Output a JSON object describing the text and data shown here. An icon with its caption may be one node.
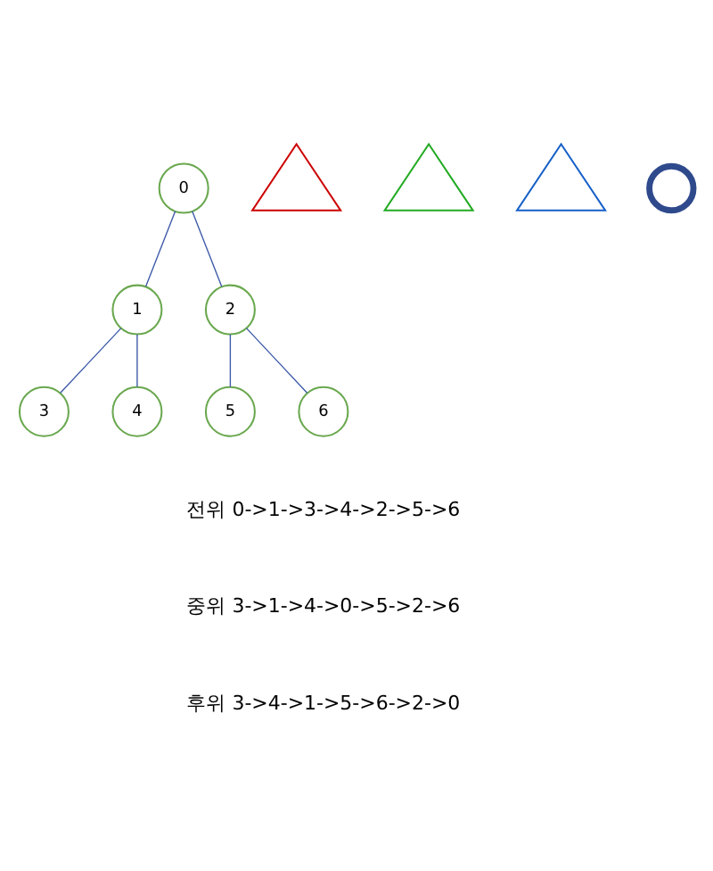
{
  "diagram": {
    "nodes": [
      {
        "text": [
          "0"
        ]
      },
      {
        "text": [
          "1"
        ]
      },
      {
        "text": [
          "2"
        ]
      },
      {
        "text": [
          "3"
        ]
      },
      {
        "text": [
          "4"
        ]
      },
      {
        "text": [
          "5"
        ]
      },
      {
        "text": [
          "6"
        ]
      },
      {
        "text": [],
        "shape": "triangle"
      },
      {
        "text": [],
        "shape": "triangle"
      },
      {
        "text": [],
        "shape": "triangle"
      },
      {
        "text": [],
        "shape": "circle"
      }
    ],
    "edges": [
      {
        "from": 0,
        "to": 1,
        "arrow": "none"
      },
      {
        "from": 0,
        "to": 2,
        "arrow": "none"
      },
      {
        "from": 1,
        "to": 3,
        "arrow": "none"
      },
      {
        "from": 1,
        "to": 4,
        "arrow": "none"
      },
      {
        "from": 2,
        "to": 5,
        "arrow": "none"
      },
      {
        "from": 2,
        "to": 6,
        "arrow": "none"
      }
    ],
    "labels": [
      "전위 0->1->3->4->2->5->6",
      "중위 3->1->4->0->5->2->6",
      "후위 3->4->1->5->6->2->0"
    ]
  }
}
